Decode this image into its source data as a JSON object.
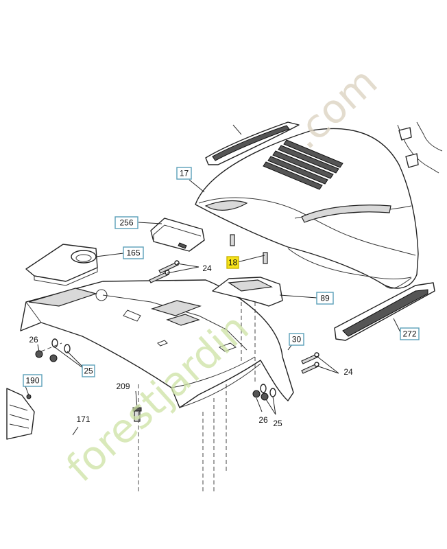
{
  "callouts": [
    {
      "id": "c17",
      "label": "17",
      "boxed": true,
      "highlight": false
    },
    {
      "id": "c256",
      "label": "256",
      "boxed": true,
      "highlight": false
    },
    {
      "id": "c165",
      "label": "165",
      "boxed": true,
      "highlight": false
    },
    {
      "id": "c18",
      "label": "18",
      "boxed": true,
      "highlight": true
    },
    {
      "id": "c24a",
      "label": "24",
      "boxed": false,
      "highlight": false
    },
    {
      "id": "c89",
      "label": "89",
      "boxed": true,
      "highlight": false
    },
    {
      "id": "c26a",
      "label": "26",
      "boxed": false,
      "highlight": false
    },
    {
      "id": "c25a",
      "label": "25",
      "boxed": true,
      "highlight": false
    },
    {
      "id": "c30",
      "label": "30",
      "boxed": true,
      "highlight": false
    },
    {
      "id": "c272",
      "label": "272",
      "boxed": true,
      "highlight": false
    },
    {
      "id": "c24b",
      "label": "24",
      "boxed": false,
      "highlight": false
    },
    {
      "id": "c190",
      "label": "190",
      "boxed": true,
      "highlight": false
    },
    {
      "id": "c209",
      "label": "209",
      "boxed": false,
      "highlight": false
    },
    {
      "id": "c26b",
      "label": "26",
      "boxed": false,
      "highlight": false
    },
    {
      "id": "c25b",
      "label": "25",
      "boxed": false,
      "highlight": false
    },
    {
      "id": "c171",
      "label": "171",
      "boxed": false,
      "highlight": false
    }
  ],
  "watermark": {
    "brand_text": "forestjardin",
    "suffix_text": ".com",
    "brand_color": "#cde2a4",
    "suffix_color": "#ddd4c2"
  }
}
